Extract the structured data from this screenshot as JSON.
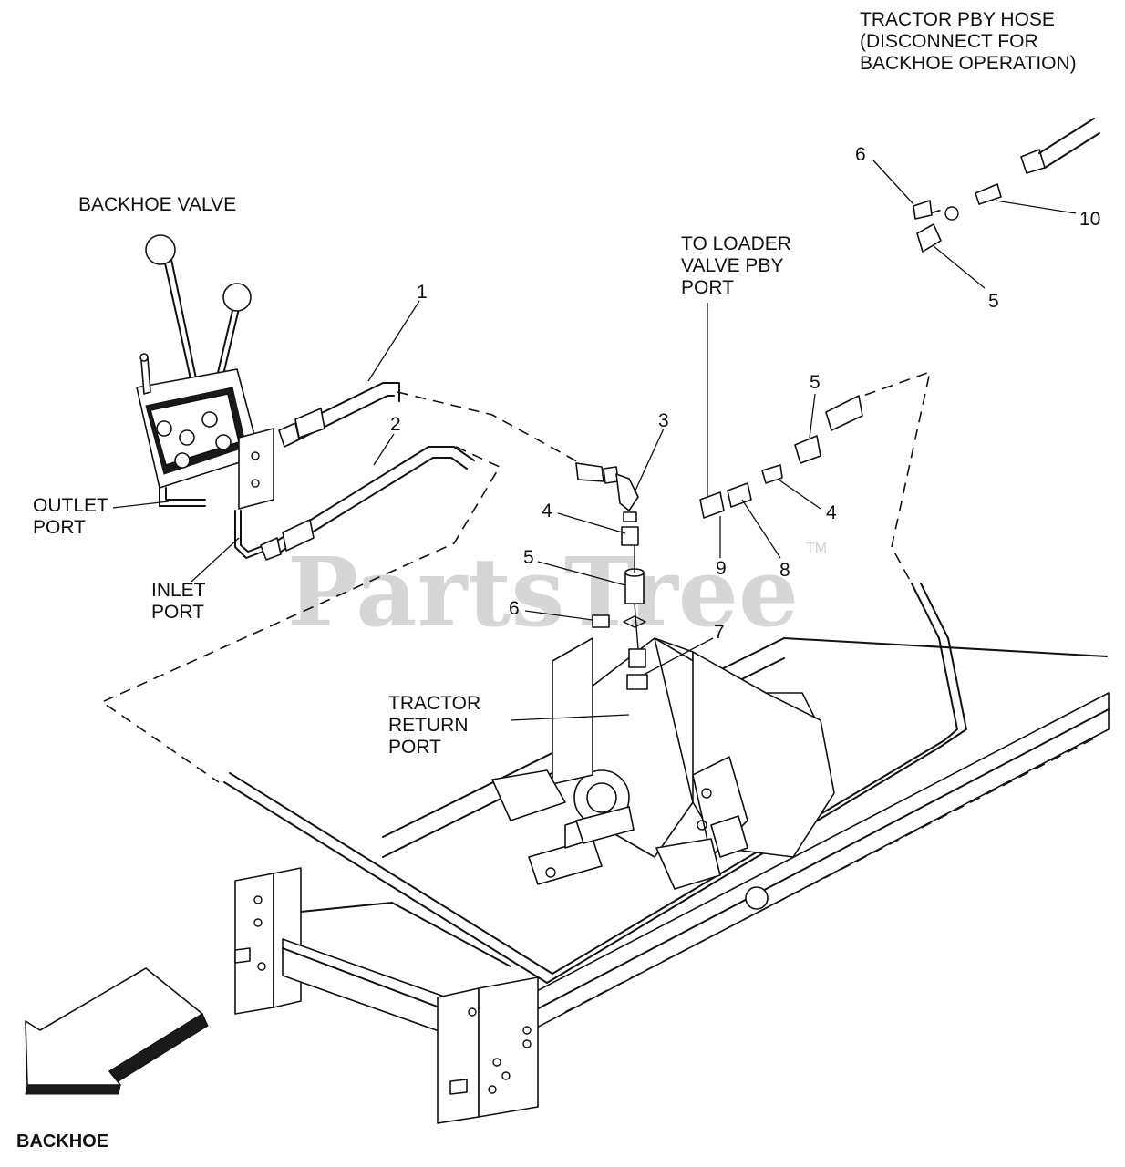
{
  "labels": {
    "tractor_pby_hose": [
      "TRACTOR PBY HOSE",
      "(DISCONNECT FOR",
      "BACKHOE OPERATION)"
    ],
    "backhoe_valve": "BACKHOE VALVE",
    "to_loader_valve": [
      "TO LOADER",
      "VALVE PBY",
      "PORT"
    ],
    "outlet_port": [
      "OUTLET",
      "PORT"
    ],
    "inlet_port": [
      "INLET",
      "PORT"
    ],
    "tractor_return_port": [
      "TRACTOR",
      "RETURN",
      "PORT"
    ],
    "footer": "BACKHOE"
  },
  "watermark": {
    "text": "PartsTree",
    "tm": "TM"
  },
  "callouts": [
    "6",
    "10",
    "5",
    "1",
    "2",
    "3",
    "5",
    "4",
    "4",
    "5",
    "6",
    "9",
    "8",
    "7"
  ]
}
